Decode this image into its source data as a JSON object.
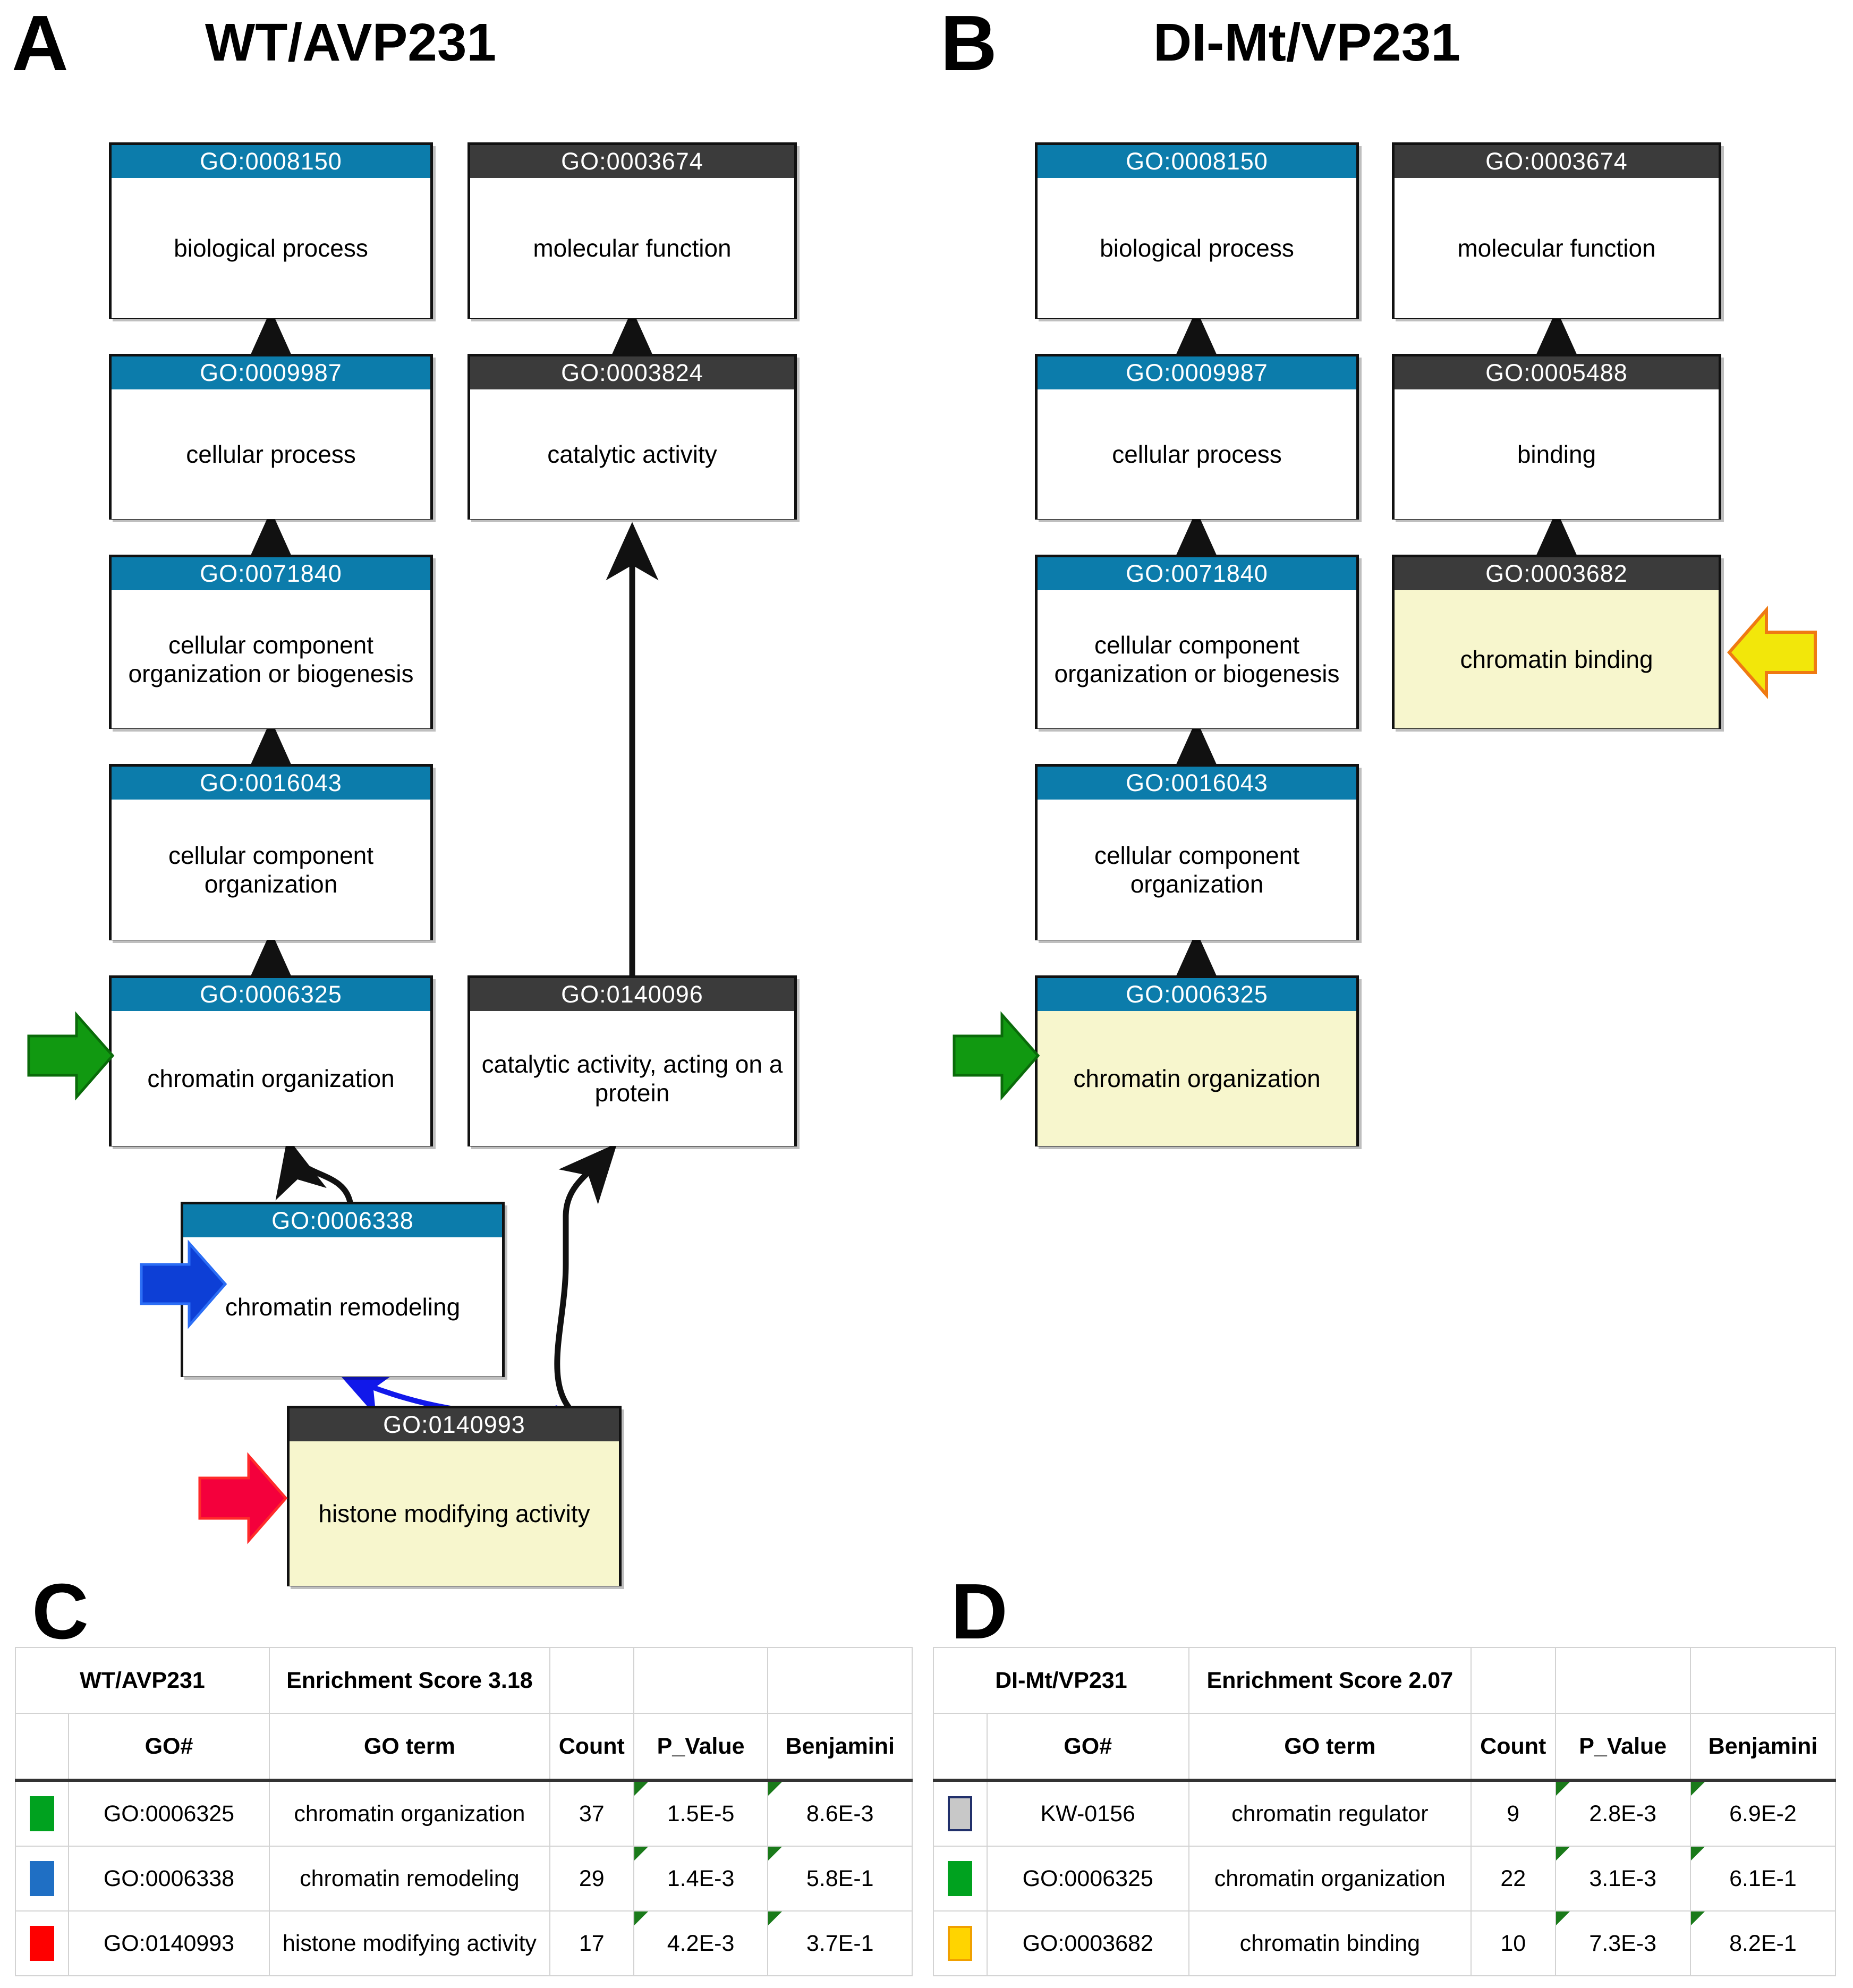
{
  "panels": {
    "a": {
      "letter": "A",
      "title": "WT/AVP231"
    },
    "b": {
      "letter": "B",
      "title": "DI-Mt/VP231"
    },
    "c": {
      "letter": "C"
    },
    "d": {
      "letter": "D"
    }
  },
  "colors": {
    "header_blue": "#0c7cab",
    "header_dark": "#3b3b3b",
    "highlight_yellow": "#f7f6cd",
    "arrow_green": "#119911",
    "arrow_blue": "#0d3fd6",
    "arrow_red": "#f4003c",
    "arrow_yellow": "#f2e70a",
    "swatch_green": "#00a21f",
    "swatch_blue": "#1f6fc4",
    "swatch_red": "#fe0000",
    "swatch_grey": "#c8c8c8",
    "swatch_yellow": "#ffd400"
  },
  "graph_a": {
    "nodes": [
      {
        "id": "GO:0008150",
        "label": "biological process",
        "header": "blue",
        "body": "white"
      },
      {
        "id": "GO:0003674",
        "label": "molecular function",
        "header": "dark",
        "body": "white"
      },
      {
        "id": "GO:0009987",
        "label": "cellular process",
        "header": "blue",
        "body": "white"
      },
      {
        "id": "GO:0003824",
        "label": "catalytic activity",
        "header": "dark",
        "body": "white"
      },
      {
        "id": "GO:0071840",
        "label": "cellular component organization or biogenesis",
        "header": "blue",
        "body": "white"
      },
      {
        "id": "GO:0016043",
        "label": "cellular component organization",
        "header": "blue",
        "body": "white"
      },
      {
        "id": "GO:0006325",
        "label": "chromatin organization",
        "header": "blue",
        "body": "white"
      },
      {
        "id": "GO:0140096",
        "label": "catalytic activity, acting on a protein",
        "header": "dark",
        "body": "white"
      },
      {
        "id": "GO:0006338",
        "label": "chromatin remodeling",
        "header": "blue",
        "body": "white"
      },
      {
        "id": "GO:0140993",
        "label": "histone modifying activity",
        "header": "dark",
        "body": "yellow"
      }
    ],
    "callouts": [
      {
        "color": "green",
        "target": "GO:0006325"
      },
      {
        "color": "blue",
        "target": "GO:0006338"
      },
      {
        "color": "red",
        "target": "GO:0140993"
      }
    ]
  },
  "graph_b": {
    "nodes": [
      {
        "id": "GO:0008150",
        "label": "biological process",
        "header": "blue",
        "body": "white"
      },
      {
        "id": "GO:0003674",
        "label": "molecular function",
        "header": "dark",
        "body": "white"
      },
      {
        "id": "GO:0009987",
        "label": "cellular process",
        "header": "blue",
        "body": "white"
      },
      {
        "id": "GO:0005488",
        "label": "binding",
        "header": "dark",
        "body": "white"
      },
      {
        "id": "GO:0071840",
        "label": "cellular component organization or biogenesis",
        "header": "blue",
        "body": "white"
      },
      {
        "id": "GO:0003682",
        "label": "chromatin binding",
        "header": "dark",
        "body": "yellow"
      },
      {
        "id": "GO:0016043",
        "label": "cellular component organization",
        "header": "blue",
        "body": "white"
      },
      {
        "id": "GO:0006325",
        "label": "chromatin organization",
        "header": "blue",
        "body": "yellow"
      }
    ],
    "callouts": [
      {
        "color": "yellow",
        "target": "GO:0003682"
      },
      {
        "color": "green",
        "target": "GO:0006325"
      }
    ]
  },
  "table_c": {
    "sample": "WT/AVP231",
    "enrichment": "Enrichment Score 3.18",
    "columns": [
      "GO#",
      "GO term",
      "Count",
      "P_Value",
      "Benjamini"
    ],
    "rows": [
      {
        "swatch": "#00a21f",
        "go": "GO:0006325",
        "term": "chromatin organization",
        "count": "37",
        "p": "1.5E-5",
        "benjamini": "8.6E-3"
      },
      {
        "swatch": "#1f6fc4",
        "go": "GO:0006338",
        "term": "chromatin remodeling",
        "count": "29",
        "p": "1.4E-3",
        "benjamini": "5.8E-1"
      },
      {
        "swatch": "#fe0000",
        "go": "GO:0140993",
        "term": "histone modifying activity",
        "count": "17",
        "p": "4.2E-3",
        "benjamini": "3.7E-1"
      }
    ]
  },
  "table_d": {
    "sample": "DI-Mt/VP231",
    "enrichment": "Enrichment Score 2.07",
    "columns": [
      "GO#",
      "GO term",
      "Count",
      "P_Value",
      "Benjamini"
    ],
    "rows": [
      {
        "swatch": "#c8c8c8",
        "go": "KW-0156",
        "term": "chromatin regulator",
        "count": "9",
        "p": "2.8E-3",
        "benjamini": "6.9E-2"
      },
      {
        "swatch": "#00a21f",
        "go": "GO:0006325",
        "term": "chromatin organization",
        "count": "22",
        "p": "3.1E-3",
        "benjamini": "6.1E-1"
      },
      {
        "swatch": "#ffd400",
        "go": "GO:0003682",
        "term": "chromatin binding",
        "count": "10",
        "p": "7.3E-3",
        "benjamini": "8.2E-1"
      }
    ]
  }
}
